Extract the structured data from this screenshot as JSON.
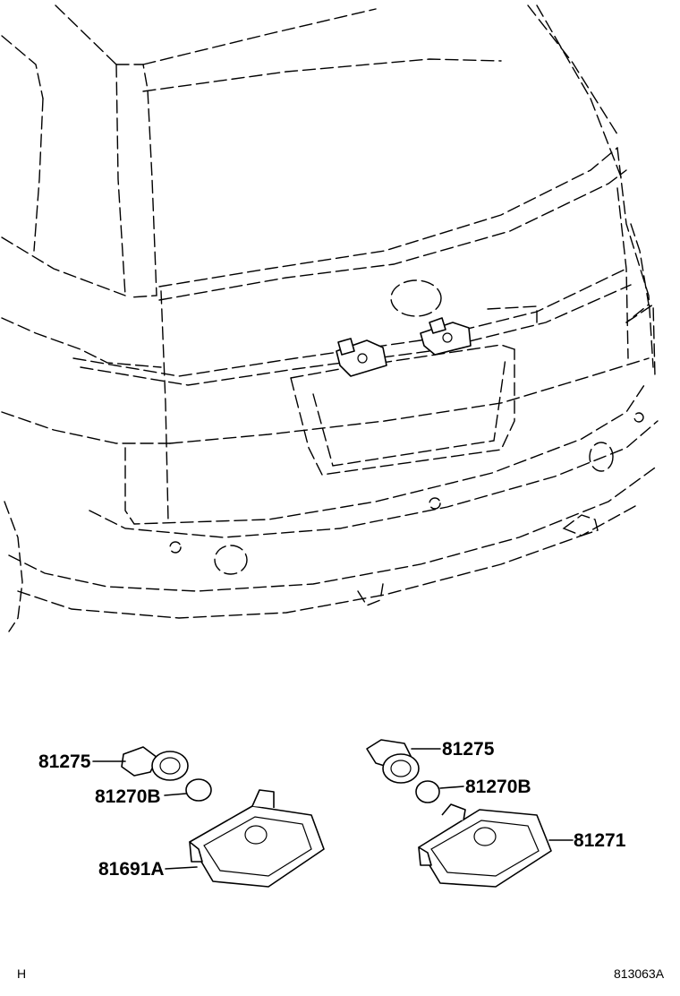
{
  "diagram": {
    "callouts": [
      {
        "id": "left-socket",
        "label": "81275"
      },
      {
        "id": "left-bulb",
        "label": "81270B"
      },
      {
        "id": "left-lamp",
        "label": "81691A"
      },
      {
        "id": "right-socket",
        "label": "81275"
      },
      {
        "id": "right-bulb",
        "label": "81270B"
      },
      {
        "id": "right-lamp",
        "label": "81271"
      }
    ],
    "corner_left": "H",
    "figure_number": "813063A"
  }
}
